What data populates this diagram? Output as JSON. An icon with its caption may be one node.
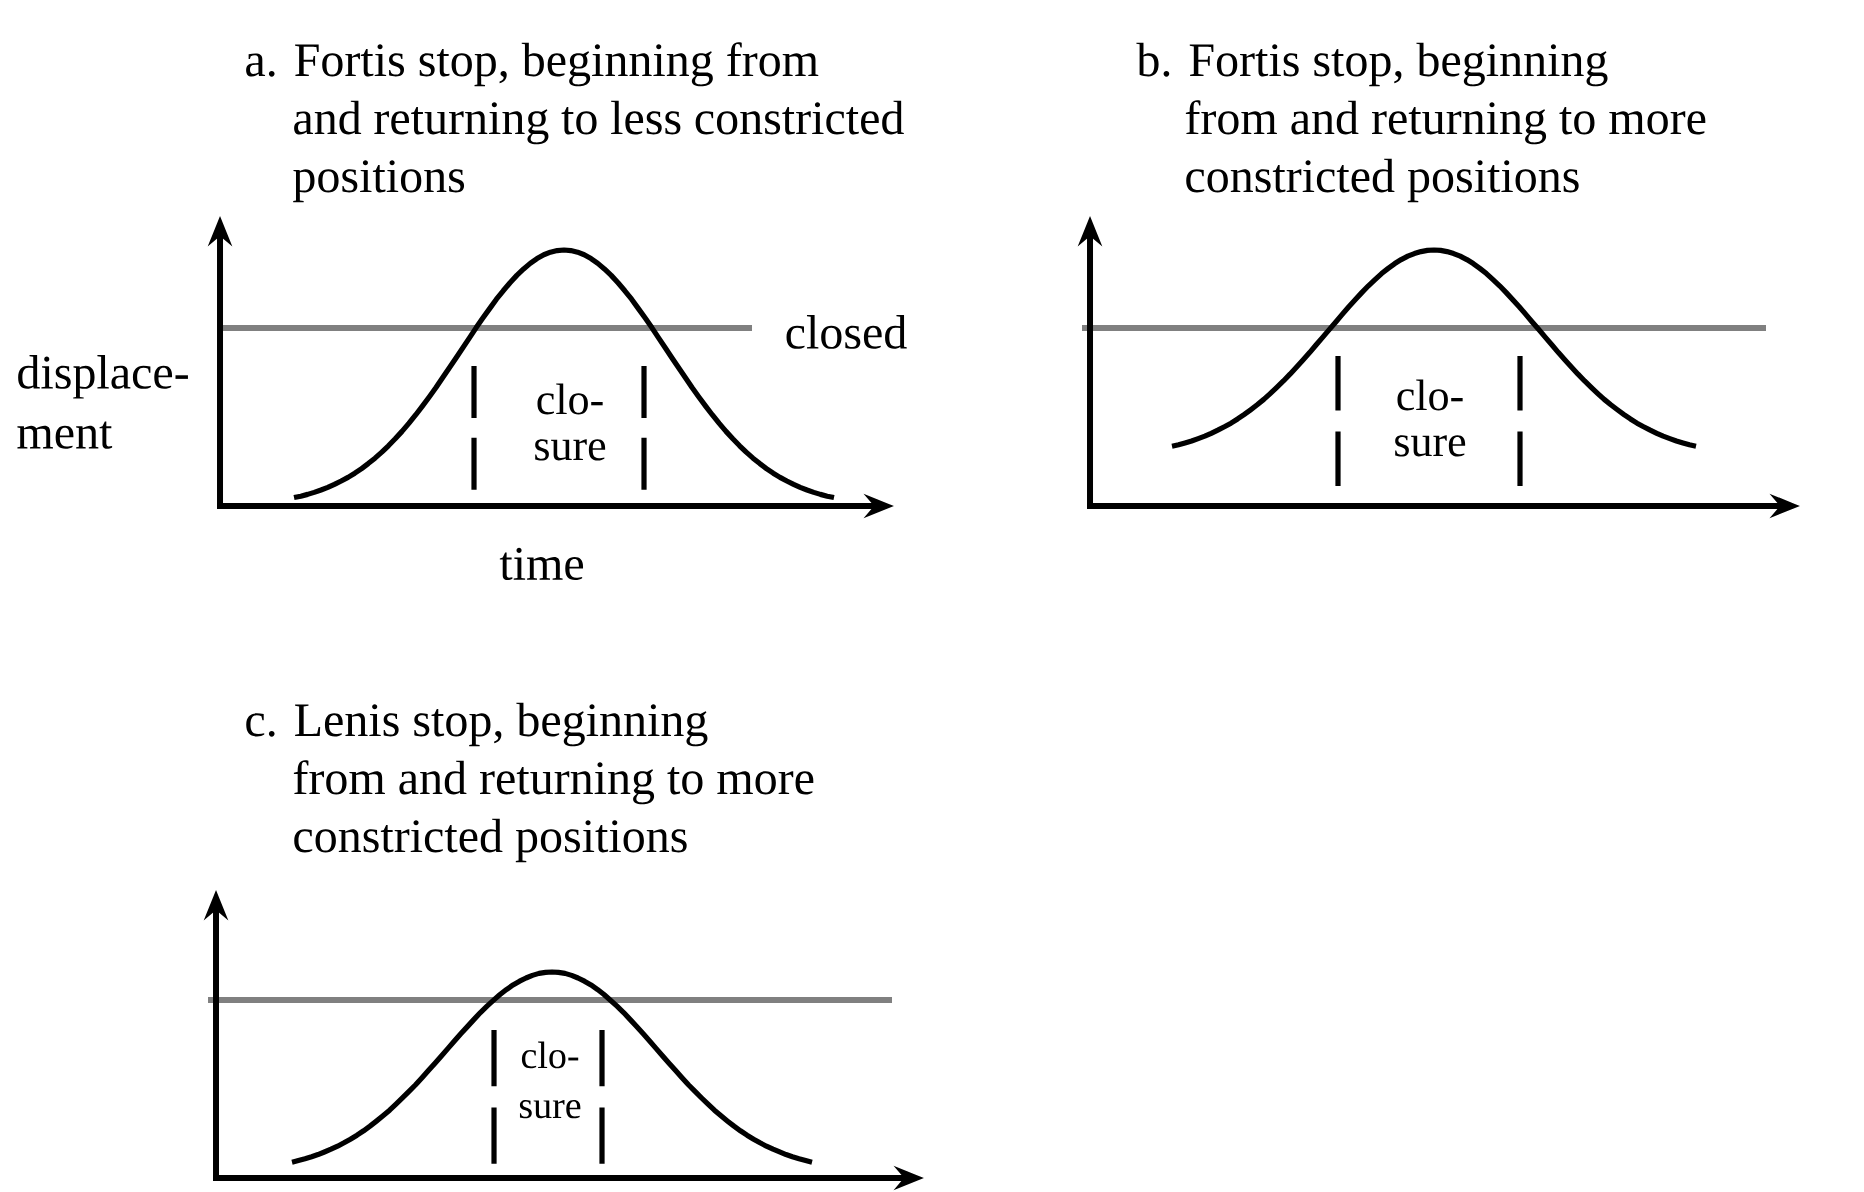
{
  "diagram": {
    "labels": [
      "a. Fortis stop, beginning from and returning to less constricted positions",
      "b. Fortis stop, beginning from and returning to more constricted positions",
      "closed",
      "displace- ment",
      "clo- sure",
      "clo- sure",
      "time",
      "c. Lenis stop, beginning from and returning to more constricted positions",
      "clo- sure"
    ]
  }
}
